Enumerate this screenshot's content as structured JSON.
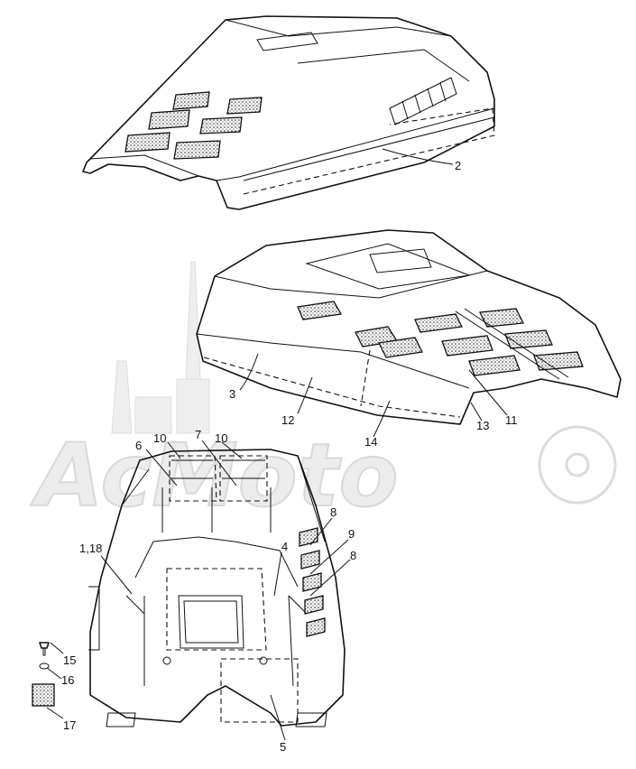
{
  "watermark": {
    "text": "AcMoto",
    "color": "#e6e6e6"
  },
  "callouts": [
    {
      "id": "c2",
      "label": "2"
    },
    {
      "id": "c3",
      "label": "3"
    },
    {
      "id": "c12",
      "label": "12"
    },
    {
      "id": "c14",
      "label": "14"
    },
    {
      "id": "c13",
      "label": "13"
    },
    {
      "id": "c11",
      "label": "11"
    },
    {
      "id": "c6",
      "label": "6"
    },
    {
      "id": "c10a",
      "label": "10"
    },
    {
      "id": "c7",
      "label": "7"
    },
    {
      "id": "c10b",
      "label": "10"
    },
    {
      "id": "c8a",
      "label": "8"
    },
    {
      "id": "c9",
      "label": "9"
    },
    {
      "id": "c8b",
      "label": "8"
    },
    {
      "id": "c4",
      "label": "4"
    },
    {
      "id": "c118",
      "label": "1,18"
    },
    {
      "id": "c15",
      "label": "15"
    },
    {
      "id": "c16",
      "label": "16"
    },
    {
      "id": "c17",
      "label": "17"
    },
    {
      "id": "c5",
      "label": "5"
    }
  ]
}
